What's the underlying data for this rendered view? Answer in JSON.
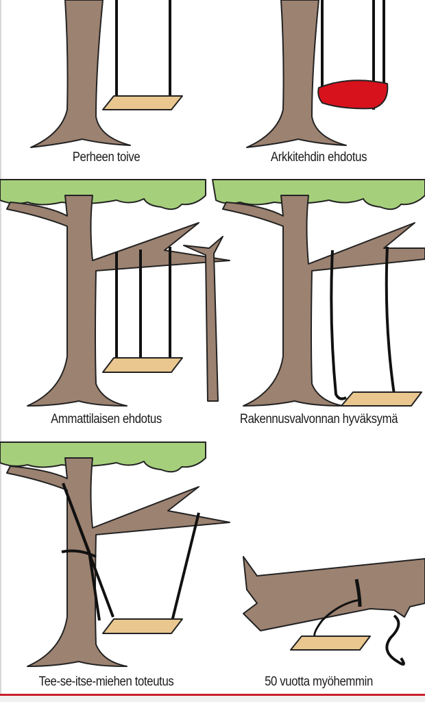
{
  "panels": [
    {
      "caption": "Perheen toive"
    },
    {
      "caption": "Arkkitehdin ehdotus"
    },
    {
      "caption": "Ammattilaisen ehdotus"
    },
    {
      "caption": "Rakennusvalvonnan hyväksymä"
    },
    {
      "caption": "Tee-se-itse-miehen toteutus"
    },
    {
      "caption": "50 vuotta myöhemmin"
    }
  ],
  "colors": {
    "trunk": "#9c8271",
    "foliage": "#a6cf7c",
    "seat": "#e9c78f",
    "red_seat": "#d8121c",
    "rule": "#c8202a"
  }
}
